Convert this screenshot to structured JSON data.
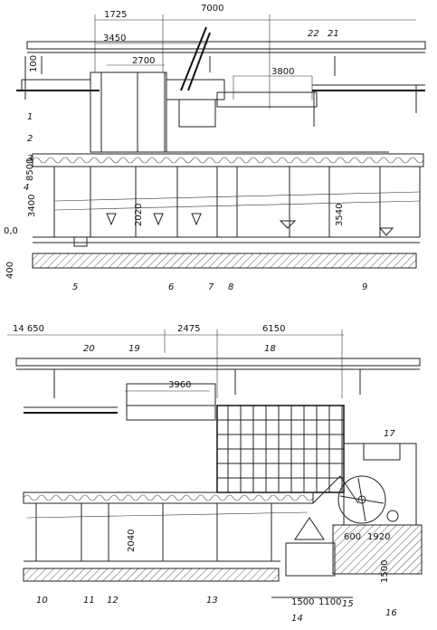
{
  "top": {
    "dims": [
      "1725",
      "7000",
      "3450",
      "2700",
      "3800",
      "100",
      "8500",
      "3400",
      "0,0",
      "400",
      "3540",
      "2020"
    ],
    "labels": [
      "22",
      "21",
      "1",
      "2",
      "3",
      "4",
      "5",
      "6",
      "7",
      "8",
      "9"
    ]
  },
  "bottom": {
    "dims": [
      "14 650",
      "2475",
      "6150",
      "3960",
      "2040",
      "600",
      "1920",
      "1500",
      "1500",
      "1100"
    ],
    "labels": [
      "20",
      "19",
      "18",
      "17",
      "10",
      "11",
      "12",
      "13",
      "14",
      "15",
      "16"
    ]
  }
}
